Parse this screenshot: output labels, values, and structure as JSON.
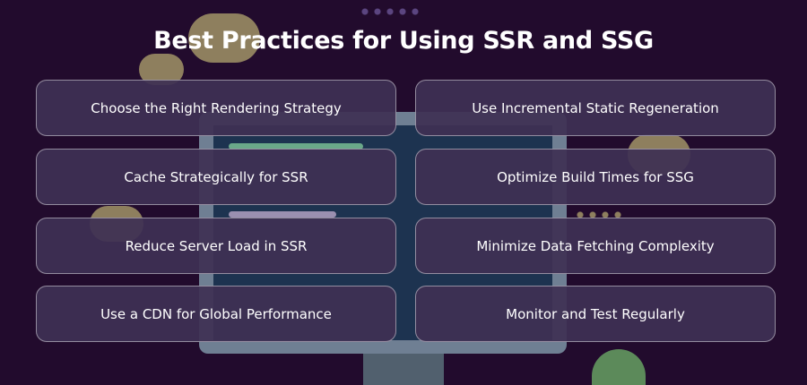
{
  "title": "Best Practices for Using SSR and SSG",
  "practices": [
    "Choose the Right Rendering Strategy",
    "Use Incremental Static Regeneration",
    "Cache Strategically for SSR",
    "Optimize Build Times for SSG",
    "Reduce Server Load in SSR",
    "Minimize Data Fetching Complexity",
    "Use a CDN for Global Performance",
    "Monitor and Test Regularly"
  ],
  "colors": {
    "background": "#220b2d",
    "card": "#3e3054",
    "cloud": "#8e7f5e"
  }
}
